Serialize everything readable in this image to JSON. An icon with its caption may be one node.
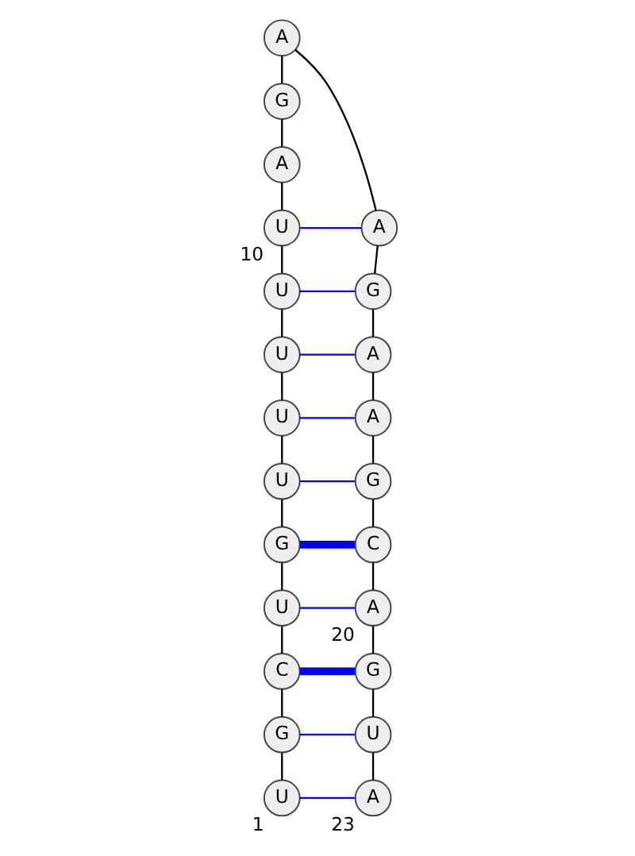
{
  "diagram": {
    "nodes": [
      {
        "text": [
          "U"
        ],
        "beside": [
          "1"
        ]
      },
      {
        "text": [
          "G"
        ]
      },
      {
        "text": [
          "C"
        ]
      },
      {
        "text": [
          "U"
        ]
      },
      {
        "text": [
          "G"
        ]
      },
      {
        "text": [
          "U"
        ]
      },
      {
        "text": [
          "U"
        ]
      },
      {
        "text": [
          "U"
        ]
      },
      {
        "text": [
          "U"
        ]
      },
      {
        "text": [
          "U"
        ],
        "beside": [
          "10"
        ]
      },
      {
        "text": [
          "A"
        ]
      },
      {
        "text": [
          "G"
        ]
      },
      {
        "text": [
          "A"
        ]
      },
      {
        "text": [
          "A"
        ]
      },
      {
        "text": [
          "G"
        ]
      },
      {
        "text": [
          "A"
        ]
      },
      {
        "text": [
          "A"
        ]
      },
      {
        "text": [
          "G"
        ]
      },
      {
        "text": [
          "C"
        ]
      },
      {
        "text": [
          "A"
        ],
        "beside": [
          "20"
        ]
      },
      {
        "text": [
          "G"
        ]
      },
      {
        "text": [
          "U"
        ]
      },
      {
        "text": [
          "A"
        ],
        "beside": [
          "23"
        ]
      }
    ],
    "edges": [
      {
        "from": 0,
        "to": 1,
        "arrow": "none"
      },
      {
        "from": 1,
        "to": 2,
        "arrow": "none"
      },
      {
        "from": 2,
        "to": 3,
        "arrow": "none"
      },
      {
        "from": 3,
        "to": 4,
        "arrow": "none"
      },
      {
        "from": 4,
        "to": 5,
        "arrow": "none"
      },
      {
        "from": 5,
        "to": 6,
        "arrow": "none"
      },
      {
        "from": 6,
        "to": 7,
        "arrow": "none"
      },
      {
        "from": 7,
        "to": 8,
        "arrow": "none"
      },
      {
        "from": 8,
        "to": 9,
        "arrow": "none"
      },
      {
        "from": 9,
        "to": 10,
        "arrow": "none"
      },
      {
        "from": 10,
        "to": 11,
        "arrow": "none"
      },
      {
        "from": 11,
        "to": 12,
        "arrow": "none"
      },
      {
        "from": 12,
        "to": 13,
        "arrow": "none"
      },
      {
        "from": 13,
        "to": 14,
        "arrow": "none"
      },
      {
        "from": 14,
        "to": 15,
        "arrow": "none"
      },
      {
        "from": 15,
        "to": 16,
        "arrow": "none"
      },
      {
        "from": 16,
        "to": 17,
        "arrow": "none"
      },
      {
        "from": 17,
        "to": 18,
        "arrow": "none"
      },
      {
        "from": 18,
        "to": 19,
        "arrow": "none"
      },
      {
        "from": 19,
        "to": 20,
        "arrow": "none"
      },
      {
        "from": 20,
        "to": 21,
        "arrow": "none"
      },
      {
        "from": 21,
        "to": 22,
        "arrow": "none"
      },
      {
        "from": 0,
        "to": 22,
        "arrow": "none",
        "color": "#0000ff"
      },
      {
        "from": 1,
        "to": 21,
        "arrow": "none",
        "color": "#0000ff"
      },
      {
        "from": 2,
        "to": 20,
        "arrow": "none",
        "color": "#0000ff",
        "style": "thick"
      },
      {
        "from": 3,
        "to": 19,
        "arrow": "none",
        "color": "#0000ff"
      },
      {
        "from": 4,
        "to": 18,
        "arrow": "none",
        "color": "#0000ff",
        "style": "thick"
      },
      {
        "from": 5,
        "to": 17,
        "arrow": "none",
        "color": "#0000ff"
      },
      {
        "from": 6,
        "to": 16,
        "arrow": "none",
        "color": "#0000ff"
      },
      {
        "from": 7,
        "to": 15,
        "arrow": "none",
        "color": "#0000ff"
      },
      {
        "from": 8,
        "to": 14,
        "arrow": "none",
        "color": "#0000ff"
      },
      {
        "from": 9,
        "to": 13,
        "arrow": "none",
        "color": "#0000ff"
      }
    ]
  }
}
